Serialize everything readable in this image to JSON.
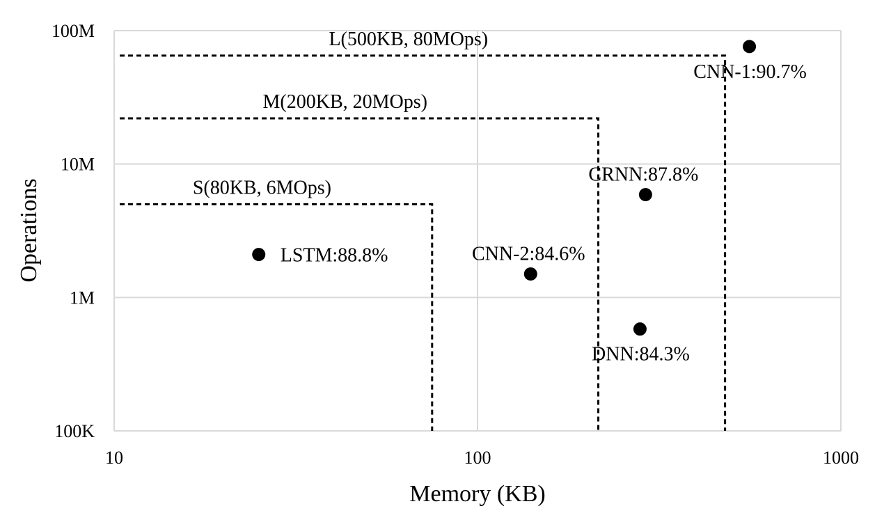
{
  "chart_data": {
    "type": "scatter",
    "title": "",
    "xlabel": "Memory (KB)",
    "ylabel": "Operations",
    "xscale": "log",
    "yscale": "log",
    "xlim": [
      10,
      1000
    ],
    "ylim": [
      100000,
      100000000
    ],
    "grid": true,
    "x_ticks": [
      {
        "value": 10,
        "label": "10"
      },
      {
        "value": 100,
        "label": "100"
      },
      {
        "value": 1000,
        "label": "1000"
      }
    ],
    "y_ticks": [
      {
        "value": 100000,
        "label": "100K"
      },
      {
        "value": 1000000,
        "label": "1M"
      },
      {
        "value": 10000000,
        "label": "10M"
      },
      {
        "value": 100000000,
        "label": "100M"
      }
    ],
    "points": [
      {
        "label": "LSTM:88.8%",
        "x": 25,
        "y": 2100000,
        "label_pos": "right"
      },
      {
        "label": "CNN-2:84.6%",
        "x": 140,
        "y": 1500000,
        "label_pos": "above"
      },
      {
        "label": "CRNN:87.8%",
        "x": 290,
        "y": 5900000,
        "label_pos": "above"
      },
      {
        "label": "DNN:84.3%",
        "x": 280,
        "y": 580000,
        "label_pos": "below"
      },
      {
        "label": "CNN-1:90.7%",
        "x": 560,
        "y": 76000000,
        "label_pos": "below"
      }
    ],
    "limit_regions": [
      {
        "label": "S(80KB, 6MOps)",
        "x_limit": 75,
        "y_limit": 5000000
      },
      {
        "label": "M(200KB, 20MOps)",
        "x_limit": 215,
        "y_limit": 22000000
      },
      {
        "label": "L(500KB, 80MOps)",
        "x_limit": 480,
        "y_limit": 65000000
      }
    ],
    "colors": {
      "marker": "#000000",
      "grid": "#d9d9d9",
      "limit_line": "#000000"
    }
  }
}
